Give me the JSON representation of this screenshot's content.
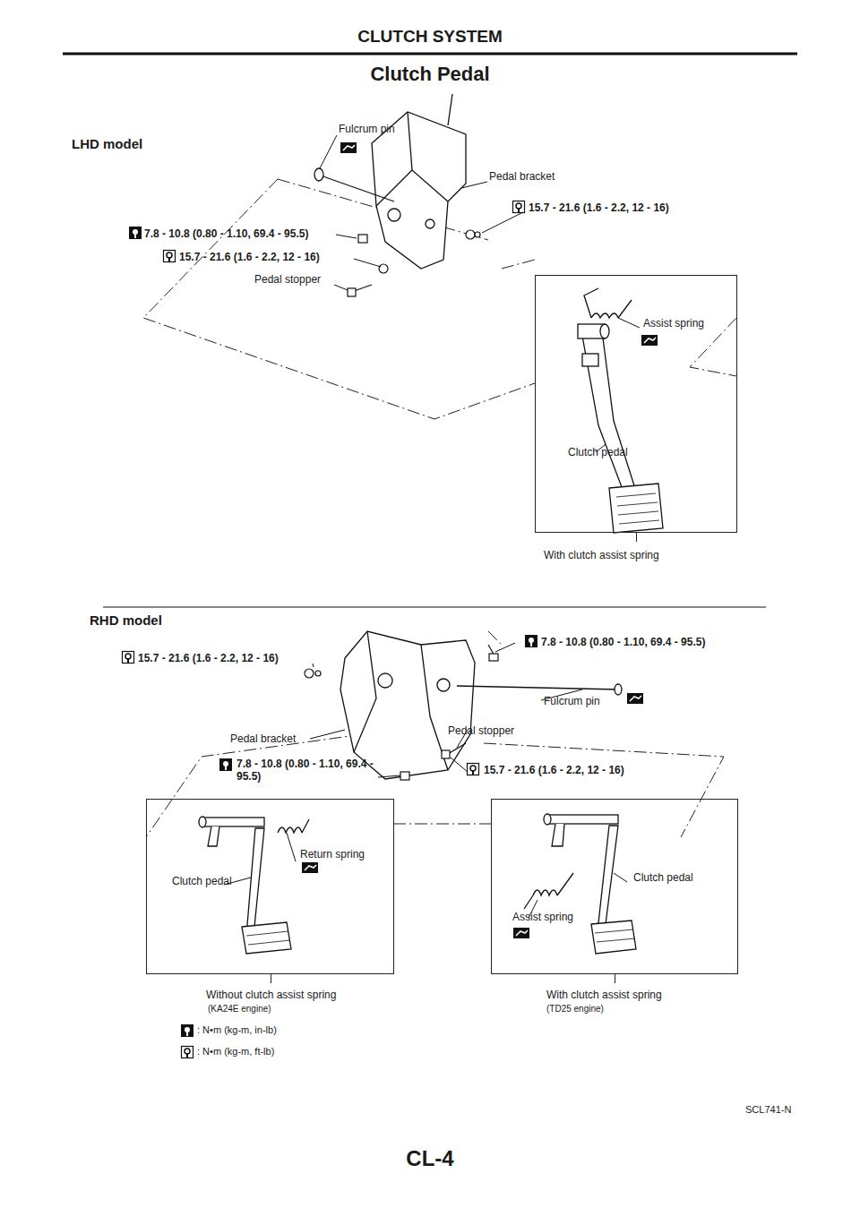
{
  "diagram": {
    "title": "Clutch Pedal",
    "nodes": [
      {
        "text": [
          "Assist spring",
          "Clutch pedal",
          "With clutch assist spring"
        ]
      },
      {
        "text": [
          "Return spring",
          "Clutch pedal",
          "Without clutch assist spring",
          "(KA24E engine)"
        ]
      },
      {
        "text": [
          "Clutch pedal",
          "Assist spring",
          "With clutch assist spring",
          "(TD25 engine)"
        ]
      }
    ],
    "labels": [
      "CLUTCH SYSTEM",
      "LHD model",
      "Fulcrum pin",
      "Pedal bracket",
      "15.7 - 21.6 (1.6 - 2.2, 12 - 16)",
      "7.8 - 10.8 (0.80 - 1.10, 69.4 - 95.5)",
      "15.7 - 21.6 (1.6 - 2.2, 12 - 16)",
      "Pedal stopper",
      "RHD model",
      "15.7 - 21.6 (1.6 - 2.2, 12 - 16)",
      "7.8 - 10.8 (0.80 - 1.10, 69.4 - 95.5)",
      "Fulcrum pin",
      "Pedal bracket",
      "Pedal stopper",
      "7.8 - 10.8 (0.80 - 1.10, 69.4 - 95.5)",
      "15.7 - 21.6 (1.6 - 2.2, 12 - 16)",
      "SCL741-N",
      "CL-4"
    ],
    "legend": [
      {
        "text": ": N•m (kg-m, in-lb)"
      },
      {
        "text": ": N•m (kg-m, ft-lb)"
      }
    ]
  }
}
